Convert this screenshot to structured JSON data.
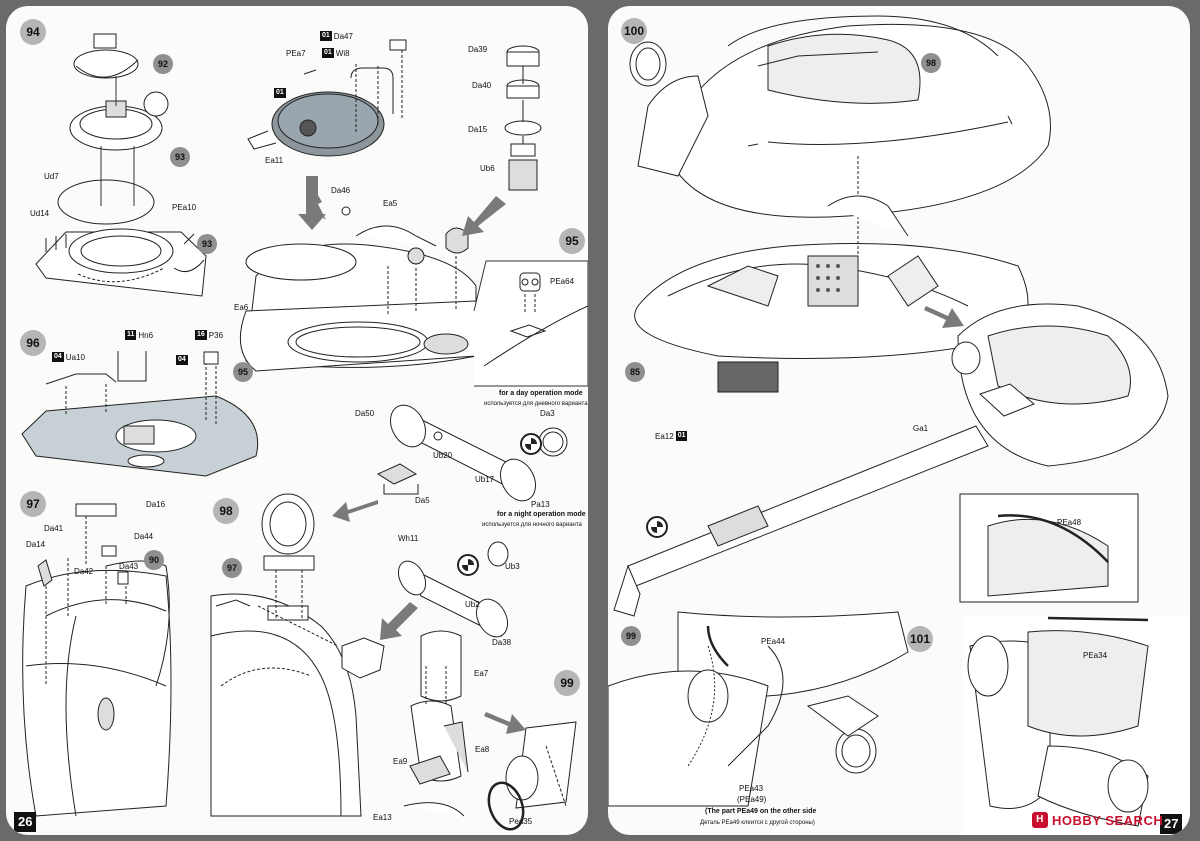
{
  "left_page": {
    "page_number": "26",
    "steps": {
      "s94": "94",
      "s95": "95",
      "s96": "96",
      "s97": "97",
      "s98": "98",
      "s99": "99"
    },
    "callouts": {
      "c92": "92",
      "c93a": "93",
      "c93b": "93",
      "c95": "95",
      "c90": "90",
      "c97": "97"
    },
    "parts": {
      "Ud7": "Ud7",
      "Ud14": "Ud14",
      "PEa10": "PEa10",
      "PEa7": "PEa7",
      "Ea11": "Ea11",
      "Da46": "Da46",
      "Ea5": "Ea5",
      "Ea6": "Ea6",
      "Da39": "Da39",
      "Da40": "Da40",
      "Da15": "Da15",
      "Ub6": "Ub6",
      "PEa64": "PEa64",
      "Ua10": "Ua10",
      "Hn6": "Hn6",
      "P36": "P36",
      "Da50": "Da50",
      "Da3": "Da3",
      "Ub20": "Ub20",
      "Ub17": "Ub17",
      "Da5": "Da5",
      "Pa13": "Pa13",
      "Da16": "Da16",
      "Da41": "Da41",
      "Da44": "Da44",
      "Da14": "Da14",
      "Da42": "Da42",
      "Da43": "Da43",
      "Wh11": "Wh11",
      "Ub3": "Ub3",
      "Ub2": "Ub2",
      "Da38": "Da38",
      "Ea7": "Ea7",
      "Ea8": "Ea8",
      "Ea9": "Ea9",
      "Ea13": "Ea13",
      "Pea35": "Pea35"
    },
    "sprues": {
      "da47": {
        "num": "01",
        "part": "Da47"
      },
      "wi8": {
        "num": "01",
        "part": "Wi8"
      },
      "s01": {
        "num": "01",
        "part": ""
      },
      "ua10": {
        "num": "04",
        "part": ""
      },
      "hn6": {
        "num": "11",
        "part": ""
      },
      "p36": {
        "num": "16",
        "part": ""
      },
      "p04": {
        "num": "04",
        "part": ""
      }
    },
    "notes": {
      "day_en": "for a day operation mode",
      "day_ru": "используется для дневного варианта",
      "night_en": "for a night operation mode",
      "night_ru": "используется для ночного варианта"
    }
  },
  "right_page": {
    "page_number": "27",
    "steps": {
      "s100": "100",
      "s101": "101"
    },
    "callouts": {
      "c98": "98",
      "c85": "85",
      "c99": "99"
    },
    "parts": {
      "Ga1": "Ga1",
      "PEa48": "PEa48",
      "PEa44": "PEa44",
      "PEa34": "PEa34",
      "PEa43": "PEa43",
      "PEa49": "(PEa49)"
    },
    "sprues": {
      "ea12": {
        "num": "01",
        "part": "Ea12"
      }
    },
    "notes": {
      "other_side_en": "(The part PEa49 on the other side",
      "other_side_ru": "Деталь PEa49 клеится с другой стороны)"
    }
  },
  "watermark": {
    "text": "HOBBY SEARCH",
    "logo": "H"
  },
  "colors": {
    "step_circle": "#b5b5b5",
    "callout_circle": "#8f8f8f",
    "arrow": "#7a7a7a",
    "part_fill": "#9aa6ad",
    "watermark": "#c8102e"
  }
}
